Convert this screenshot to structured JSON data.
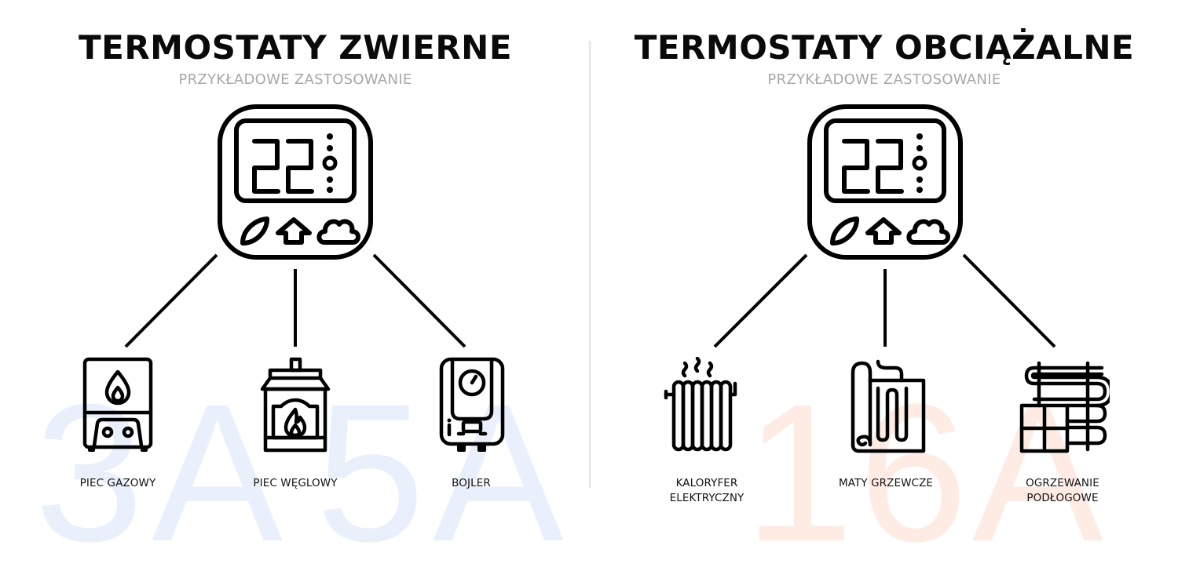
{
  "colors": {
    "watermark_left": "#e9f0fb",
    "watermark_right": "#fdebe4",
    "title": "#0a0a0a",
    "subtitle": "#a8a8a8",
    "divider": "#e3e3e3",
    "icon_stroke": "#000000"
  },
  "left_panel": {
    "title": "TERMOSTATY ZWIERNE",
    "subtitle": "PRZYKŁADOWE ZASTOSOWANIE",
    "watermark_a": "3A",
    "watermark_b": "5A",
    "thermostat": {
      "display_value": "22",
      "icons": [
        "leaf-icon",
        "home-icon",
        "cloud-icon"
      ]
    },
    "devices": [
      {
        "label": "PIEC GAZOWY",
        "icon": "gas-boiler-icon"
      },
      {
        "label": "PIEC WĘGLOWY",
        "icon": "coal-stove-icon"
      },
      {
        "label": "BOJLER",
        "icon": "water-heater-icon"
      }
    ]
  },
  "right_panel": {
    "title": "TERMOSTATY OBCIĄŻALNE",
    "subtitle": "PRZYKŁADOWE ZASTOSOWANIE",
    "watermark": "16A",
    "thermostat": {
      "display_value": "22",
      "icons": [
        "leaf-icon",
        "home-icon",
        "cloud-icon"
      ]
    },
    "devices": [
      {
        "label_line1": "KALORYFER",
        "label_line2": "ELEKTRYCZNY",
        "icon": "radiator-icon"
      },
      {
        "label_line1": "MATY GRZEWCZE",
        "label_line2": "",
        "icon": "heating-mat-icon"
      },
      {
        "label_line1": "OGRZEWANIE",
        "label_line2": "PODŁOGOWE",
        "icon": "floor-heating-icon"
      }
    ]
  }
}
